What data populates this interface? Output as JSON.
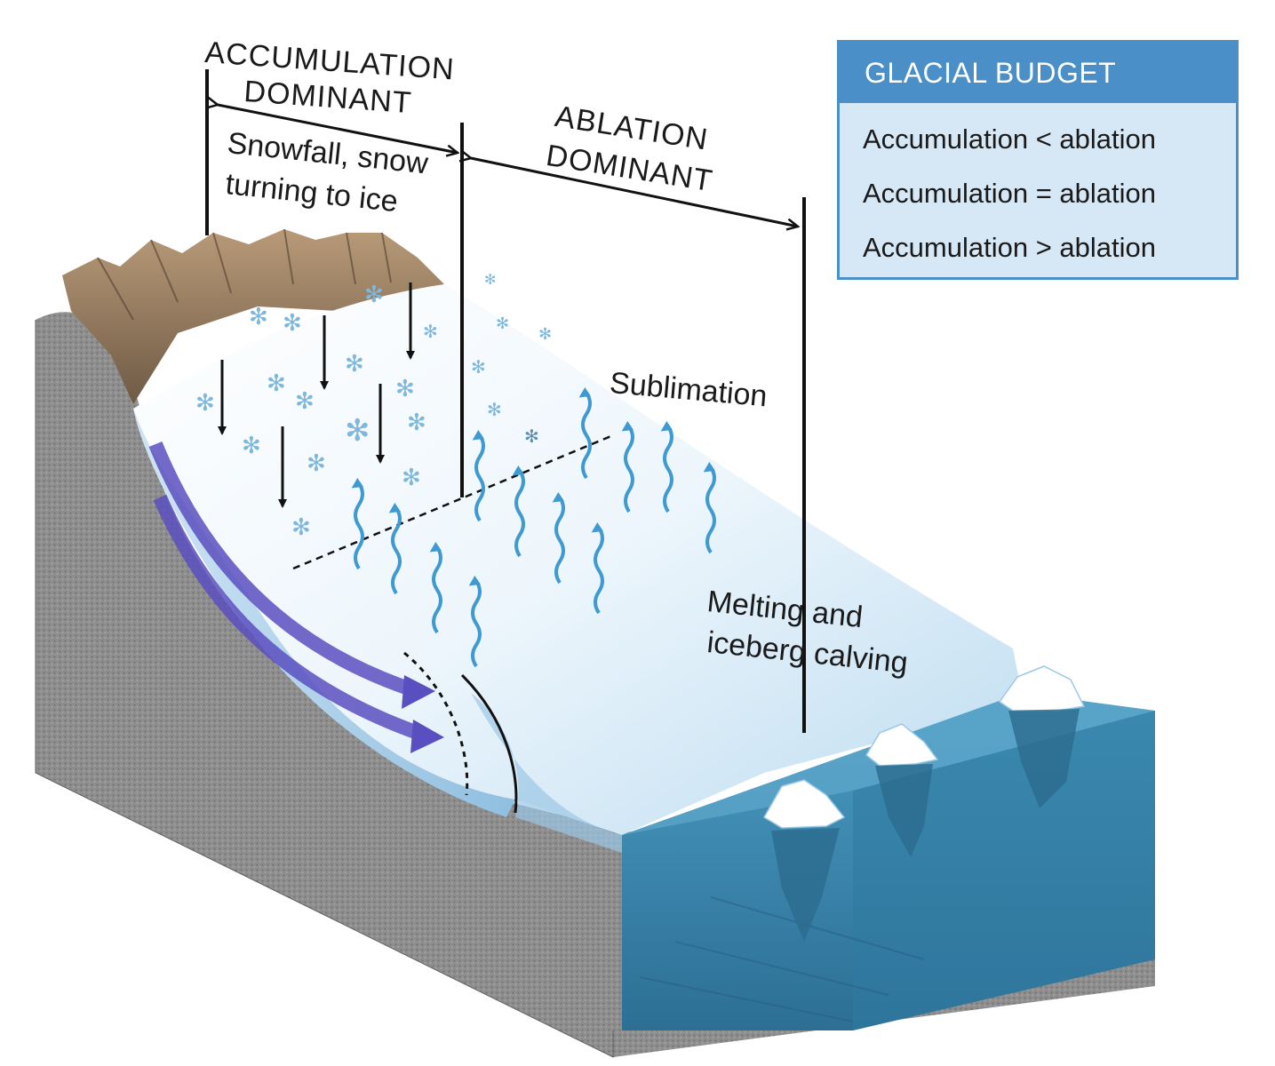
{
  "labels": {
    "accumulation_line1": "ACCUMULATION",
    "accumulation_line2": "DOMINANT",
    "snowfall_line1": "Snowfall, snow",
    "snowfall_line2": "turning to ice",
    "ablation_line1": "ABLATION",
    "ablation_line2": "DOMINANT",
    "sublimation": "Sublimation",
    "melting_line1": "Melting and",
    "melting_line2": "iceberg calving"
  },
  "budget": {
    "title": "GLACIAL BUDGET",
    "rows": [
      "Accumulation < ablation",
      "Accumulation = ablation",
      "Accumulation > ablation"
    ]
  },
  "colors": {
    "rock": "#8a8a8a",
    "ice": "#e6f2fb",
    "ice_blue": "#9cc8e6",
    "water": "#3d8fb8",
    "flow_arrow": "#5a4fc0",
    "vapor": "#4aa0d0",
    "budget_header": "#4a8fc8",
    "budget_body": "#d6e8f6"
  }
}
